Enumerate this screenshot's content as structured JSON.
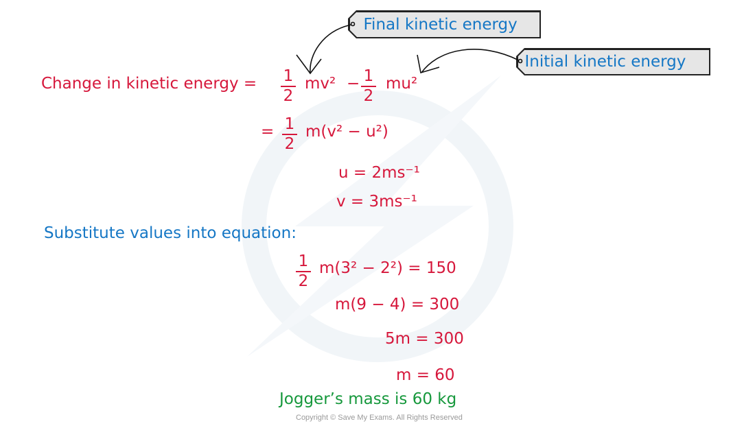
{
  "labels": {
    "final": "Final kinetic energy",
    "initial": "Initial kinetic energy"
  },
  "equation": {
    "lhs": "Change in kinetic energy =",
    "frac_num": "1",
    "frac_den": "2",
    "term1": "mv²",
    "minus": "−",
    "term2": "mu²",
    "line2_eq": "=",
    "line2_rest": "m(v² − u²)"
  },
  "values": {
    "u": "u = 2ms⁻¹",
    "v": "v = 3ms⁻¹"
  },
  "substitute_heading": "Substitute values into equation:",
  "steps": {
    "step1": "m(3² − 2²) = 150",
    "step2": "m(9 − 4) = 300",
    "step3": "5m = 300",
    "step4": "m = 60"
  },
  "conclusion": "Jogger’s mass is 60 kg",
  "copyright": "Copyright © Save My Exams. All Rights Reserved",
  "colors": {
    "red": "#d6173b",
    "blue": "#1577c5",
    "green": "#16983c"
  }
}
